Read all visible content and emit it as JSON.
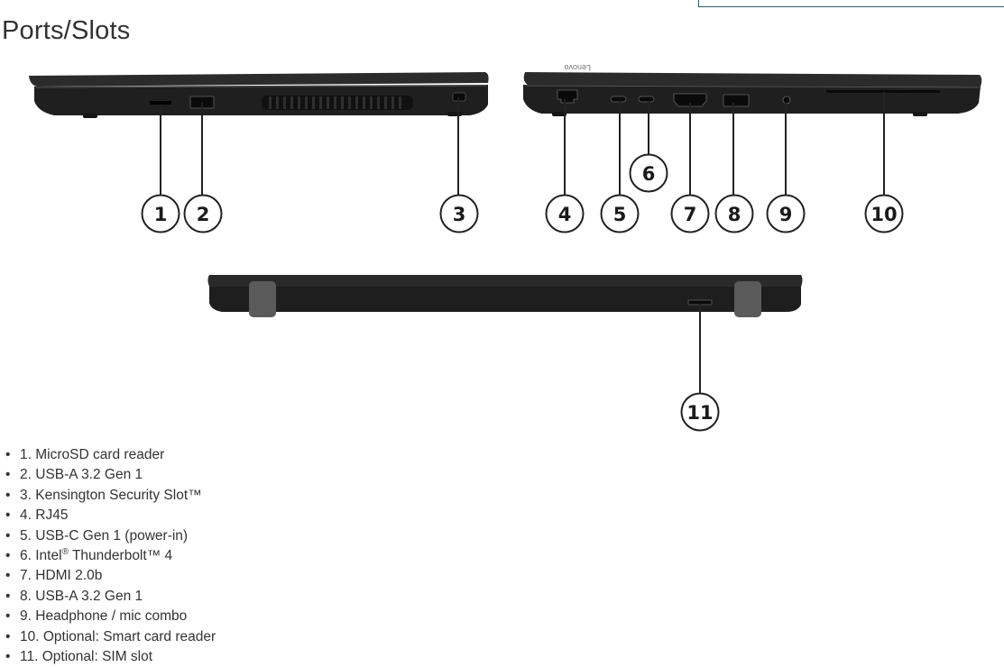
{
  "page": {
    "title": "Ports/Slots"
  },
  "diagram": {
    "logo_text": "Lenovo",
    "callouts": [
      "1",
      "2",
      "3",
      "4",
      "5",
      "6",
      "7",
      "8",
      "9",
      "10",
      "11"
    ]
  },
  "ports": [
    {
      "number": "1.",
      "name": "MicroSD card reader"
    },
    {
      "number": "2.",
      "name": "USB-A 3.2 Gen 1"
    },
    {
      "number": "3.",
      "name": "Kensington Security Slot™"
    },
    {
      "number": "4.",
      "name": "RJ45"
    },
    {
      "number": "5.",
      "name": "USB-C Gen 1 (power-in)"
    },
    {
      "number": "6.",
      "name": "Intel",
      "sup": "®",
      "name_rest": " Thunderbolt™ 4"
    },
    {
      "number": "7.",
      "name": "HDMI 2.0b"
    },
    {
      "number": "8.",
      "name": "USB-A 3.2 Gen 1"
    },
    {
      "number": "9.",
      "name": "Headphone / mic combo"
    },
    {
      "number": "10.",
      "name": "Optional: Smart card reader"
    },
    {
      "number": "11.",
      "name": "Optional: SIM slot"
    }
  ]
}
